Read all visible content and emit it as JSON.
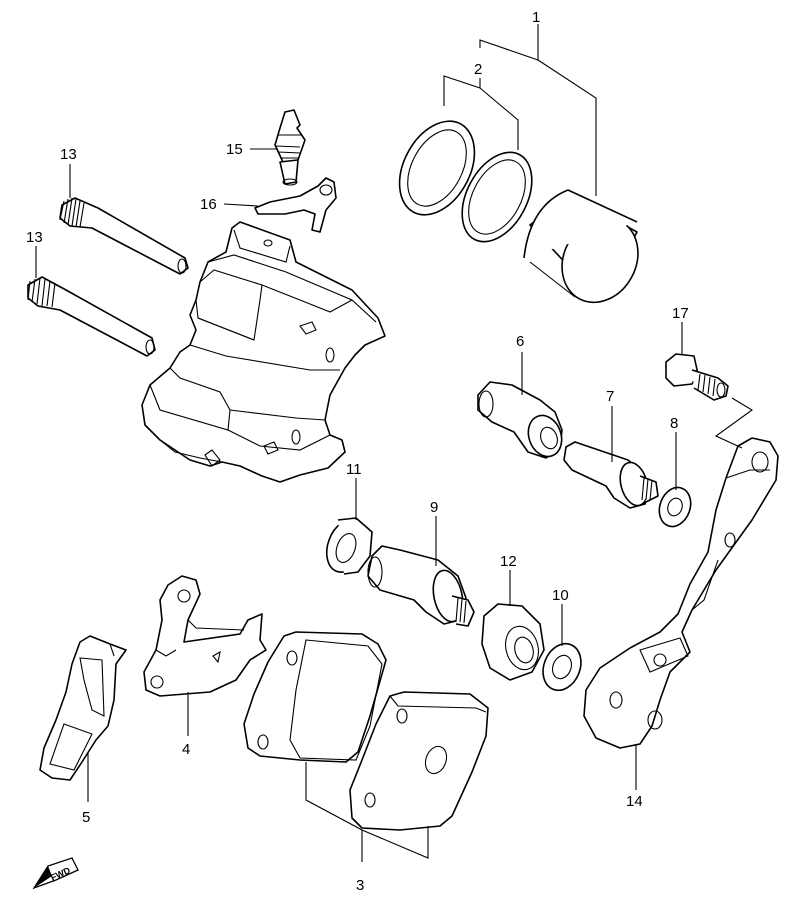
{
  "callouts": [
    {
      "id": "1",
      "text": "1"
    },
    {
      "id": "2",
      "text": "2"
    },
    {
      "id": "3",
      "text": "3"
    },
    {
      "id": "4",
      "text": "4"
    },
    {
      "id": "5",
      "text": "5"
    },
    {
      "id": "6",
      "text": "6"
    },
    {
      "id": "7",
      "text": "7"
    },
    {
      "id": "8",
      "text": "8"
    },
    {
      "id": "9",
      "text": "9"
    },
    {
      "id": "10",
      "text": "10"
    },
    {
      "id": "11",
      "text": "11"
    },
    {
      "id": "12",
      "text": "12"
    },
    {
      "id": "13a",
      "text": "13"
    },
    {
      "id": "13b",
      "text": "13"
    },
    {
      "id": "14",
      "text": "14"
    },
    {
      "id": "15",
      "text": "15"
    },
    {
      "id": "16",
      "text": "16"
    },
    {
      "id": "17",
      "text": "17"
    }
  ],
  "fwd_badge": {
    "text": "FWD"
  }
}
